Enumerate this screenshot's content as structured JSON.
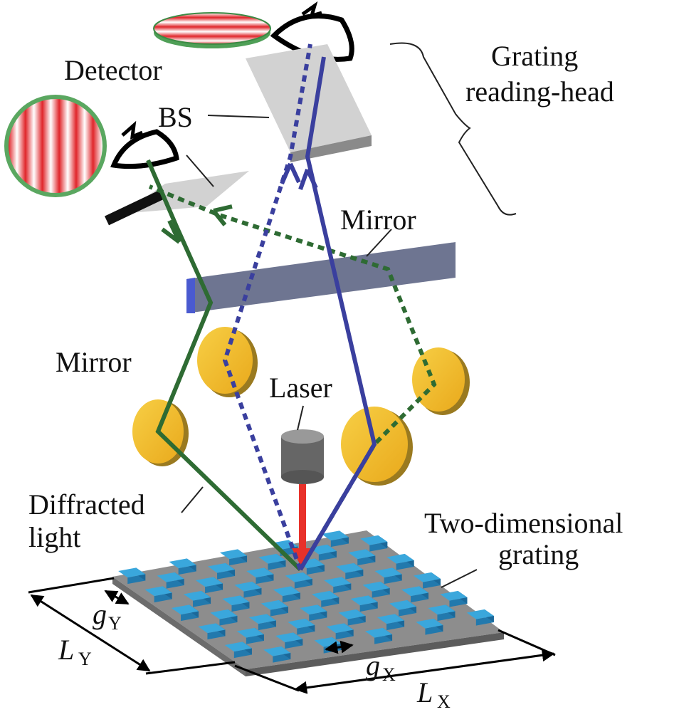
{
  "labels": {
    "detector": "Detector",
    "bs": "BS",
    "grating_reading_head_line1": "Grating",
    "grating_reading_head_line2": "reading-head",
    "mirror_top": "Mirror",
    "mirror_left": "Mirror",
    "laser": "Laser",
    "diffracted_line1": "Diffracted",
    "diffracted_line2": "light",
    "grating_line1": "Two-dimensional",
    "grating_line2": "grating",
    "gy_main": "g",
    "gy_sub": "Y",
    "gx_main": "g",
    "gx_sub": "X",
    "ly_main": "L",
    "ly_sub": "Y",
    "lx_main": "L",
    "lx_sub": "X"
  },
  "colors": {
    "green_beam": "#2e6b33",
    "blue_beam": "#3a3f9e",
    "red_beam": "#e8312a",
    "mirror_gold": "#f2c12e",
    "grating_blue": "#3aa7dc",
    "grating_base": "#8d8d8d",
    "bar_mirror": "#6e7591",
    "bs_gray": "#d2d2d2"
  }
}
